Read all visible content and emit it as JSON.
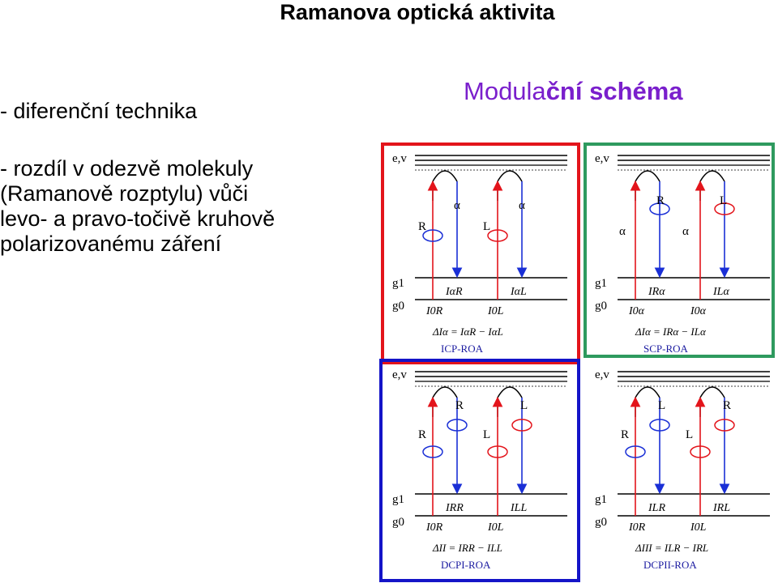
{
  "title": "Ramanova optická aktivita",
  "bullet1": "- diferenční technika",
  "bullet2_lines": [
    "- rozdíl v odezvě molekuly",
    "(Ramanově rozptylu) vůči",
    "levo- a pravo-točivě kruhově",
    "polarizovanému záření"
  ],
  "scheme_title_plain": "Modula",
  "scheme_title_bold": "ční schéma",
  "colors": {
    "icp": "#e3141b",
    "scp": "#2e9a5e",
    "dcp": "#1414c8",
    "red_arrow": "#e3141b",
    "blue_arrow": "#1a2fd6",
    "scheme_title": "#7a1fcc"
  },
  "levels": {
    "excited": "e,v",
    "g1": "g1",
    "g0": "g0"
  },
  "panels": [
    {
      "name": "icp",
      "left_polarization": "R",
      "right_polarization": "L",
      "scattered_left": "α",
      "scattered_right": "α",
      "inc_left": "I0R",
      "inc_right": "I0L",
      "sc_left": "IαR",
      "sc_right": "IαL",
      "formula": "ΔIα = IαR − IαL",
      "label": "ICP-ROA"
    },
    {
      "name": "scp",
      "left_polarization": "α",
      "right_polarization": "α",
      "scattered_left": "R",
      "scattered_right": "L",
      "inc_left": "I0α",
      "inc_right": "I0α",
      "sc_left": "IRα",
      "sc_right": "ILα",
      "formula": "ΔIα = IRα − ILα",
      "label": "SCP-ROA"
    },
    {
      "name": "dcp1",
      "left_polarization": "R",
      "right_polarization": "L",
      "scattered_left": "R",
      "scattered_right": "L",
      "inc_left": "I0R",
      "inc_right": "I0L",
      "sc_left": "IRR",
      "sc_right": "ILL",
      "formula": "ΔII = IRR − ILL",
      "label": "DCPI-ROA"
    },
    {
      "name": "dcp2",
      "left_polarization": "R",
      "right_polarization": "L",
      "scattered_left": "L",
      "scattered_right": "R",
      "inc_left": "I0R",
      "inc_right": "I0L",
      "sc_left": "ILR",
      "sc_right": "IRL",
      "formula": "ΔIII = ILR − IRL",
      "label": "DCPII-ROA"
    }
  ]
}
